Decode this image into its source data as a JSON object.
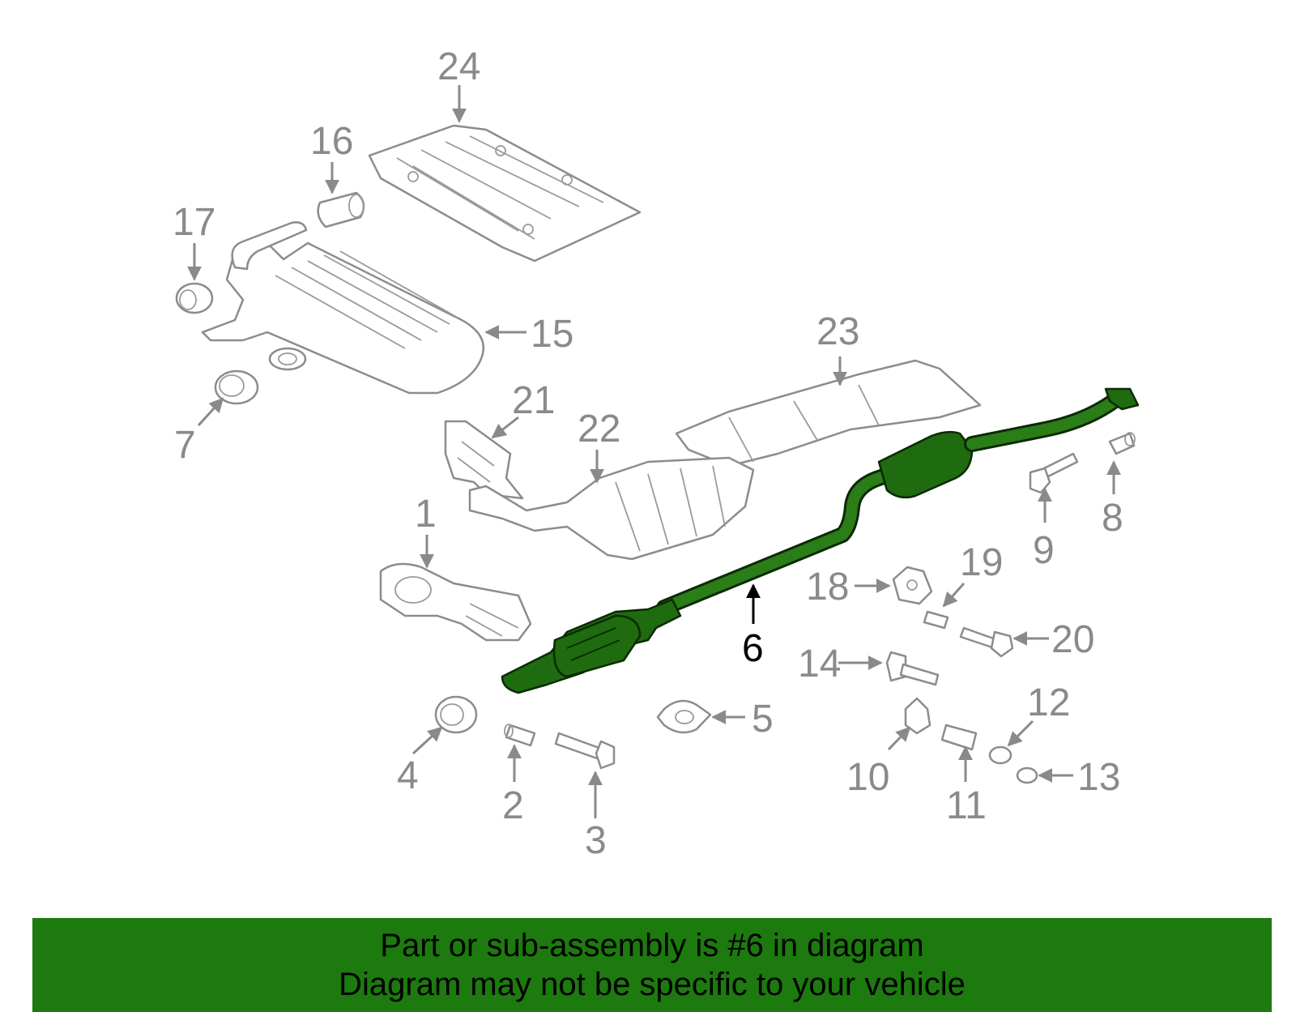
{
  "diagram": {
    "highlight_color": "#1d7a0e",
    "callouts": {
      "c1": "1",
      "c2": "2",
      "c3": "3",
      "c4": "4",
      "c5": "5",
      "c6": "6",
      "c7": "7",
      "c8": "8",
      "c9": "9",
      "c10": "10",
      "c11": "11",
      "c12": "12",
      "c13": "13",
      "c14": "14",
      "c15": "15",
      "c16": "16",
      "c17": "17",
      "c18": "18",
      "c19": "19",
      "c20": "20",
      "c21": "21",
      "c22": "22",
      "c23": "23",
      "c24": "24"
    },
    "highlighted_part": "6"
  },
  "banner": {
    "line1": "Part or sub-assembly is #6 in diagram",
    "line2": "Diagram may not be specific to your vehicle",
    "background": "#1d7a0e"
  }
}
